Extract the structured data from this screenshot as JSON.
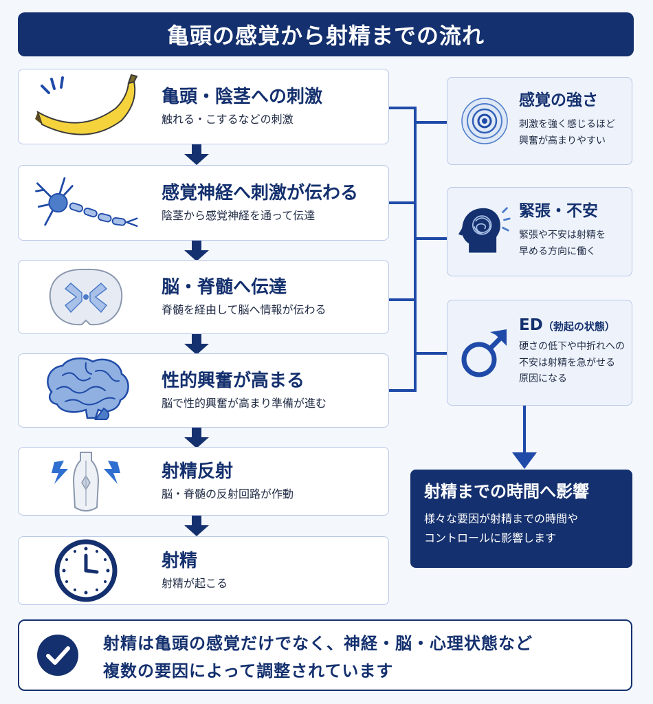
{
  "title": "亀頭の感覚から射精までの流れ",
  "steps": [
    {
      "title": "亀頭・陰茎への刺激",
      "desc": "触れる・こするなどの刺激",
      "icon": "banana-icon"
    },
    {
      "title": "感覚神経へ刺激が伝わる",
      "desc": "陰茎から感覚神経を通って伝達",
      "icon": "neuron-icon"
    },
    {
      "title": "脳・脊髄へ伝達",
      "desc": "脊髄を経由して脳へ情報が伝わる",
      "icon": "spinal-cord-icon"
    },
    {
      "title": "性的興奮が高まる",
      "desc": "脳で性的興奮が高まり準備が進む",
      "icon": "brain-icon"
    },
    {
      "title": "射精反射",
      "desc": "脳・脊髄の反射回路が作動",
      "icon": "reflex-icon"
    },
    {
      "title": "射精",
      "desc": "射精が起こる",
      "icon": "clock-icon"
    }
  ],
  "factors": [
    {
      "title": "感覚の強さ",
      "title_small": "",
      "desc1": "刺激を強く感じるほど",
      "desc2": "興奮が高まりやすい",
      "desc3": "",
      "icon": "intensity-rings-icon"
    },
    {
      "title": "緊張・不安",
      "title_small": "",
      "desc1": "緊張や不安は射精を",
      "desc2": "早める方向に働く",
      "desc3": "",
      "icon": "anxious-head-icon"
    },
    {
      "title": "ED",
      "title_small": "（勃起の状態）",
      "desc1": "硬さの低下や中折れへの",
      "desc2": "不安は射精を急がせる",
      "desc3": "原因になる",
      "icon": "male-symbol-icon"
    }
  ],
  "result": {
    "title": "射精までの時間へ影響",
    "desc1": "様々な要因が射精までの時間や",
    "desc2": "コントロールに影響します"
  },
  "conclusion": {
    "line1": "射精は亀頭の感覚だけでなく、神経・脳・心理状態など",
    "line2": "複数の要因によって調整されています"
  },
  "colors": {
    "navy": "#14306e",
    "accent_blue": "#1f4aa8",
    "icon_blue": "#4d7cc9",
    "light_blue": "#a9c1e8",
    "banana_yellow": "#f5d33c"
  }
}
